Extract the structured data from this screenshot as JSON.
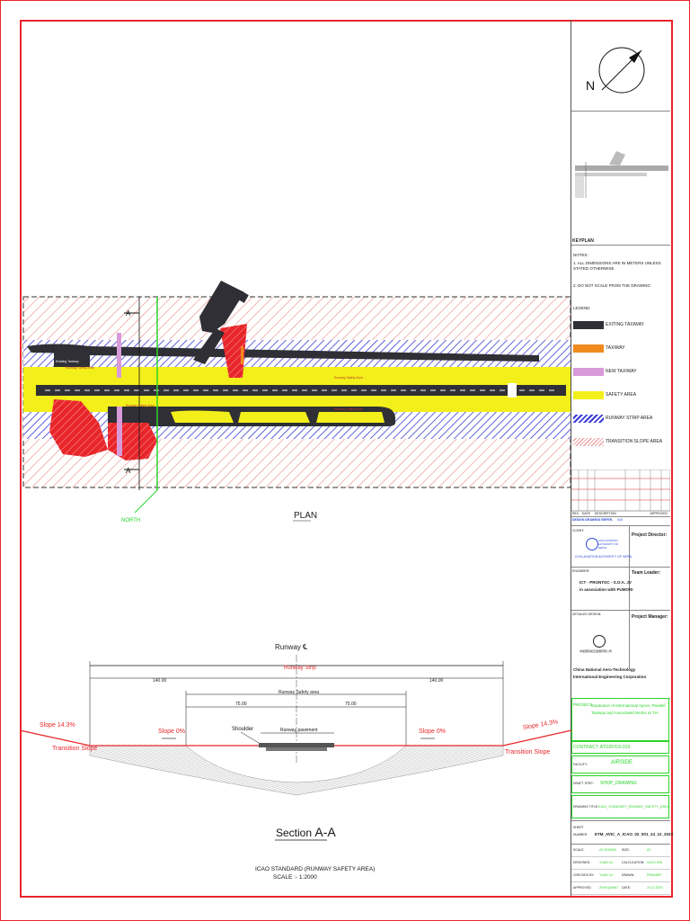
{
  "keyplan": {
    "label": "KEYPLAN",
    "north": "N"
  },
  "notes": {
    "title": "NOTES:",
    "items": [
      "1.   ALL DIMENSIONS ARE IN METERS UNLESS STATED OTHERWISE",
      "2.   DO NOT SCALE FROM THE DRAWING"
    ]
  },
  "legend": {
    "title": "LEGEND",
    "items": [
      {
        "label": "EXITING TAXIWAY",
        "color": "#2f2f35"
      },
      {
        "label": "TAXIWAY",
        "color": "#f08a1c"
      },
      {
        "label": "NEW TAXIWAY",
        "color": "#d89ad8"
      },
      {
        "label": "SAFETY AREA",
        "color": "#f2ef1a"
      },
      {
        "label": "RUNWAY STRIP AREA",
        "color": "#3b3bd6"
      },
      {
        "label": "TRANSITION SLOPE AREA",
        "color": "#e88a8a"
      }
    ]
  },
  "revision_headers": {
    "rev": "REV.",
    "date": "DATE",
    "description": "DESCRIPTION",
    "approved": "APPROVED"
  },
  "design_ref": {
    "label": "DESIGN DRAWING REFER.",
    "value": "N/A"
  },
  "client": {
    "label": "CLIENT:",
    "logo_text": "CIVIL AVIATION AUTHORITY OF NEPAL",
    "name": "CIVIL AVIATION AUTHORITY OF NEPAL"
  },
  "engineer": {
    "label": "ENGINEER:",
    "line1": "ICT - PRONTOC - S.O.A. JV",
    "line2": "in association with PUMORI"
  },
  "designer": {
    "label": "DETAILED DESIGN:",
    "logo_text": "中航国际航空发展有限公司",
    "line1": "China National Aero-Technology",
    "line2": "International Engineering Corporation"
  },
  "roles": {
    "director": "Project Director:",
    "team_leader": "Team Leader:",
    "manager": "Project Manager:"
  },
  "project": {
    "label": "PROJECT:",
    "value": "Expansion of International Apron, Parallel Taxiway and Associated Works at TIA"
  },
  "contract": {
    "label": "CONTRACT:",
    "value": "ATO2F/C6-019"
  },
  "facility": {
    "label": "FACILITY:",
    "value": "AIRSIDE"
  },
  "draft_step": {
    "label": "DRAFT STEP:",
    "value": "SHOP_DRAWING"
  },
  "drawing_title": {
    "label": "DRAWING TITLE:",
    "value": "ICAO_STANDART_RUNWAY_SAFETY_AREA"
  },
  "sheet": {
    "label": "SHEET NUMBER:",
    "value": "ETM_AVIC_A_ICAO_02_001_24_12_2023"
  },
  "signoff": [
    {
      "k1": "SCALE:",
      "v1": "AS SHOWN",
      "k2": "SIZE:",
      "v2": "A3"
    },
    {
      "k1": "DESIGNED:",
      "v1": "YUAN LU",
      "k2": "CALCULATION:",
      "v2": "XIAO HON"
    },
    {
      "k1": "CHECKED BY:",
      "v1": "YUAN LU",
      "k2": "DRAWN:",
      "v2": "PRADEEP"
    },
    {
      "k1": "APPROVED:",
      "v1": "ZHAOQIANG",
      "k2": "DATE:",
      "v2": "24.12.2023"
    }
  ],
  "plan": {
    "title": "PLAN",
    "north_label": "NORTH",
    "section_marker": "A",
    "strip_label": "Runway Strip",
    "safety_label": "Runway Safety Area",
    "existing_label": "Existing Taxiway"
  },
  "section": {
    "centerline_label": "Runway ℄",
    "strip_label": "Runway Strip",
    "dim_left": "140.00",
    "dim_right": "140.00",
    "safety_label": "Runway Safety area",
    "dim_safety_left": "75.00",
    "dim_safety_right": "75.00",
    "shoulder_label": "Shoulder",
    "pavement_label": "Runway pavement",
    "slope_outer_left": "Slope 14.3%",
    "slope_outer_right": "Slope 14.3%",
    "slope_inner_left": "Slope 0%",
    "slope_inner_right": "Slope 0%",
    "transition_left": "Transition Slope",
    "transition_right": "Transition Slope",
    "title_prefix": "Section ",
    "title_suffix": "A-A",
    "caption_line1": "ICAO STANDARD (RUNWAY SAFETY AREA)",
    "caption_line2": "SCALE :- 1:2000"
  },
  "colors": {
    "border": "#e8262a",
    "title_green": "#2bd32b",
    "taxiway_dark": "#2f2f35",
    "safety_yellow": "#f2ef1a",
    "strip_blue": "#3b3bd6",
    "slope_pink": "#e88a8a",
    "red_area": "#e8262a",
    "link_blue": "#2a4bd6"
  }
}
